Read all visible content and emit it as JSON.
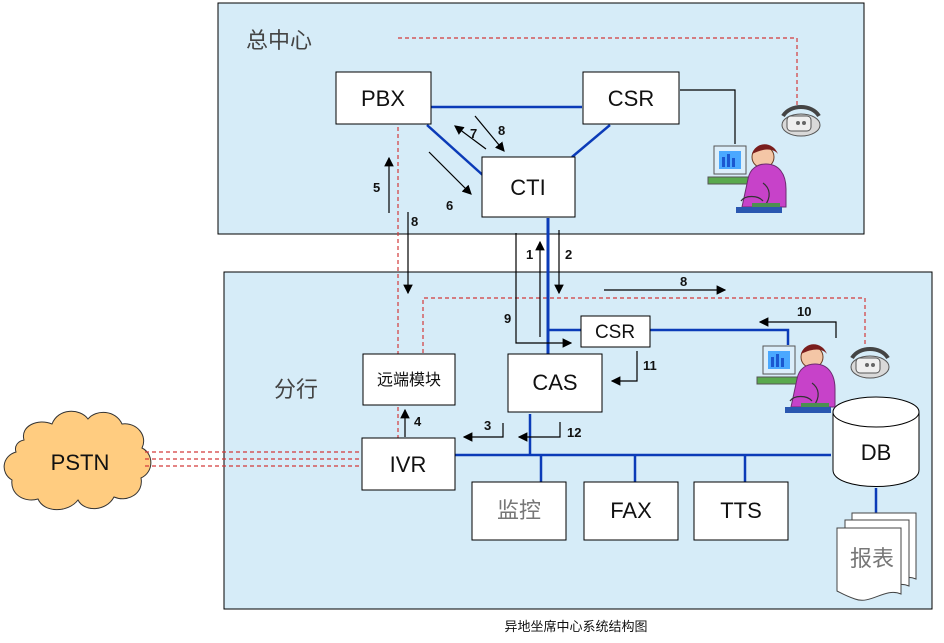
{
  "diagram": {
    "caption": "异地坐席中心系统结构图",
    "regions": {
      "hq": "总中心",
      "branch": "分行"
    },
    "nodes": {
      "pbx": "PBX",
      "csr_hq": "CSR",
      "cti": "CTI",
      "csr_branch": "CSR",
      "cas": "CAS",
      "remote_module": "远端模块",
      "ivr": "IVR",
      "monitor": "监控",
      "fax": "FAX",
      "tts": "TTS",
      "db": "DB",
      "report": "报表",
      "pstn": "PSTN"
    },
    "steps": {
      "s1": "1",
      "s2": "2",
      "s3": "3",
      "s4": "4",
      "s5": "5",
      "s6": "6",
      "s7": "7",
      "s8a": "8",
      "s8b": "8",
      "s8c": "8",
      "s9": "9",
      "s10": "10",
      "s11": "11",
      "s12": "12"
    }
  }
}
